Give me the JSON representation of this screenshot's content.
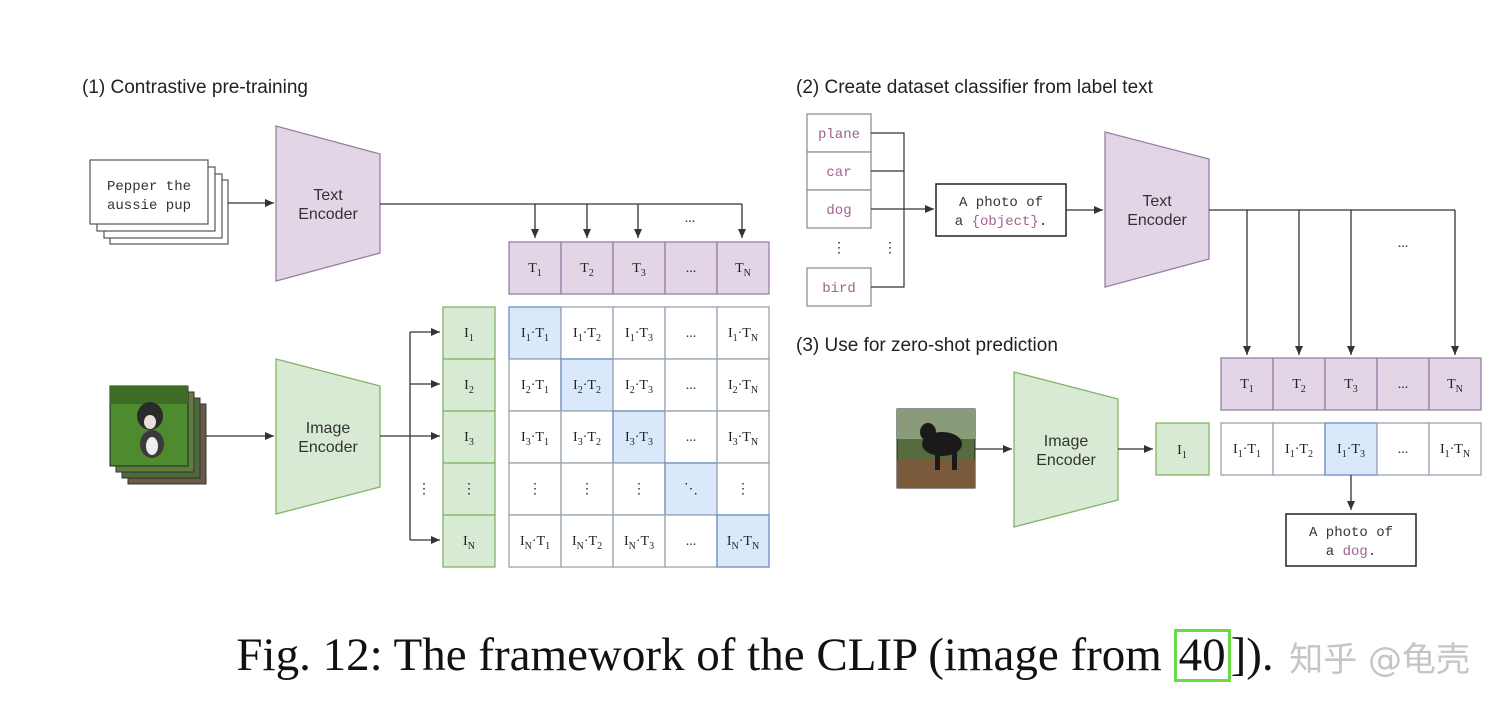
{
  "sections": {
    "pretraining_title": "(1) Contrastive pre-training",
    "classifier_title": "(2) Create dataset classifier from label text",
    "zeroshot_title": "(3) Use for zero-shot prediction"
  },
  "encoders": {
    "text": [
      "Text",
      "Encoder"
    ],
    "image": [
      "Image",
      "Encoder"
    ]
  },
  "text_input": [
    "Pepper the",
    "aussie pup"
  ],
  "labels": [
    "plane",
    "car",
    "dog",
    "bird"
  ],
  "prompt": {
    "line1": "A photo of",
    "line2_prefix": "a ",
    "line2_var": "{object}",
    "line2_suffix": "."
  },
  "prediction": {
    "line1": "A photo of",
    "line2_prefix": "a ",
    "line2_var": "dog",
    "line2_suffix": "."
  },
  "ellipsis": "...",
  "vdots": "⋮",
  "ddots": "⋱",
  "t_tokens": [
    {
      "base": "T",
      "sub": "1"
    },
    {
      "base": "T",
      "sub": "2"
    },
    {
      "base": "T",
      "sub": "3"
    },
    {
      "base": "...",
      "sub": ""
    },
    {
      "base": "T",
      "sub": "N"
    }
  ],
  "i_tokens": [
    {
      "base": "I",
      "sub": "1"
    },
    {
      "base": "I",
      "sub": "2"
    },
    {
      "base": "I",
      "sub": "3"
    },
    {
      "base": "⋮",
      "sub": ""
    },
    {
      "base": "I",
      "sub": "N"
    }
  ],
  "matrix": [
    [
      {
        "i": "1",
        "t": "1"
      },
      {
        "i": "1",
        "t": "2"
      },
      {
        "i": "1",
        "t": "3"
      },
      {
        "d": "..."
      },
      {
        "i": "1",
        "t": "N"
      }
    ],
    [
      {
        "i": "2",
        "t": "1"
      },
      {
        "i": "2",
        "t": "2"
      },
      {
        "i": "2",
        "t": "3"
      },
      {
        "d": "..."
      },
      {
        "i": "2",
        "t": "N"
      }
    ],
    [
      {
        "i": "3",
        "t": "1"
      },
      {
        "i": "3",
        "t": "2"
      },
      {
        "i": "3",
        "t": "3"
      },
      {
        "d": "..."
      },
      {
        "i": "3",
        "t": "N"
      }
    ],
    [
      {
        "d": "⋮"
      },
      {
        "d": "⋮"
      },
      {
        "d": "⋮"
      },
      {
        "d": "⋱"
      },
      {
        "d": "⋮"
      }
    ],
    [
      {
        "i": "N",
        "t": "1"
      },
      {
        "i": "N",
        "t": "2"
      },
      {
        "i": "N",
        "t": "3"
      },
      {
        "d": "..."
      },
      {
        "i": "N",
        "t": "N"
      }
    ]
  ],
  "zeroshot_row": [
    {
      "i": "1",
      "t": "1"
    },
    {
      "i": "1",
      "t": "2"
    },
    {
      "i": "1",
      "t": "3"
    },
    {
      "d": "..."
    },
    {
      "i": "1",
      "t": "N"
    }
  ],
  "zeroshot_i": {
    "base": "I",
    "sub": "1"
  },
  "caption": {
    "before": "Fig. 12: The framework of the CLIP (image from ",
    "ref": "40",
    "after": "])."
  },
  "watermark": "知乎 @龟壳",
  "colors": {
    "purple_fill": "#e2d5e6",
    "purple_stroke": "#9b7ea6",
    "green_fill": "#d9ead4",
    "green_stroke": "#82b366",
    "blue_fill": "#dae8fc",
    "blue_stroke": "#6c8ebf",
    "label_text": "#a0628f"
  }
}
